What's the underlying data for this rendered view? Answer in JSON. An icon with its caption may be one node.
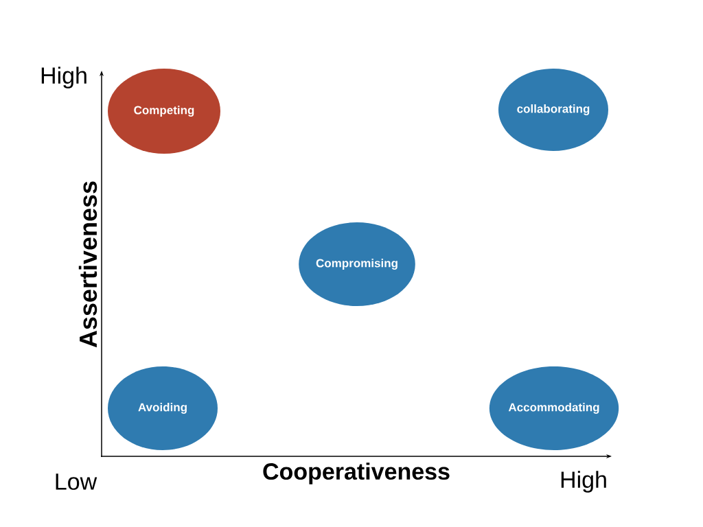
{
  "diagram": {
    "nodes": [
      {
        "text": [
          "Competing"
        ]
      },
      {
        "text": [
          "collaborating"
        ]
      },
      {
        "text": [
          "Compromising"
        ]
      },
      {
        "text": [
          "Avoiding"
        ]
      },
      {
        "text": [
          "Accommodating"
        ]
      }
    ],
    "labels": [
      "High",
      "Assertiveness",
      "Low",
      "Cooperativeness",
      "High"
    ]
  }
}
